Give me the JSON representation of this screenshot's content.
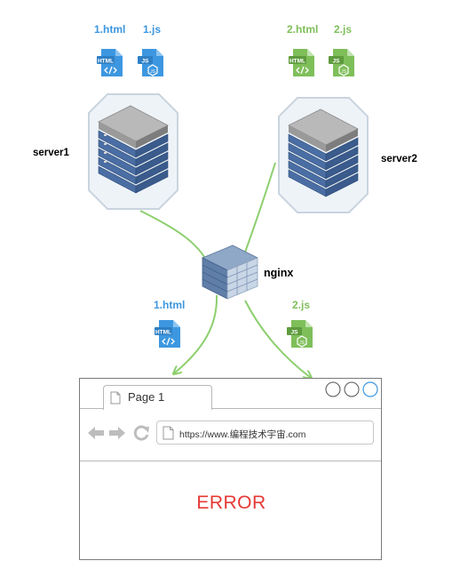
{
  "server1": {
    "label": "server1",
    "files": [
      {
        "name": "1.html",
        "icon": "html-file-icon",
        "badge": "HTML",
        "color": "#3d97e0"
      },
      {
        "name": "1.js",
        "icon": "js-file-icon",
        "badge": "JS",
        "color": "#3d97e0"
      }
    ]
  },
  "server2": {
    "label": "server2",
    "files": [
      {
        "name": "2.html",
        "icon": "html-file-icon",
        "badge": "HTML",
        "color": "#7fbf5a"
      },
      {
        "name": "2.js",
        "icon": "js-file-icon",
        "badge": "JS",
        "color": "#7fbf5a"
      }
    ]
  },
  "nginx": {
    "label": "nginx"
  },
  "routed": [
    {
      "name": "1.html",
      "badge": "HTML",
      "color": "#3d97e0"
    },
    {
      "name": "2.js",
      "badge": "JS",
      "color": "#7fbf5a"
    }
  ],
  "browser": {
    "tab_label": "Page 1",
    "url": "https://www.编程技术宇宙.com",
    "content": "ERROR",
    "error_color": "#e53935"
  },
  "colors": {
    "blue": "#3d97e0",
    "green": "#7fbf5a",
    "arrow": "#8ccf6e",
    "server_body": "#4a6ea3"
  }
}
